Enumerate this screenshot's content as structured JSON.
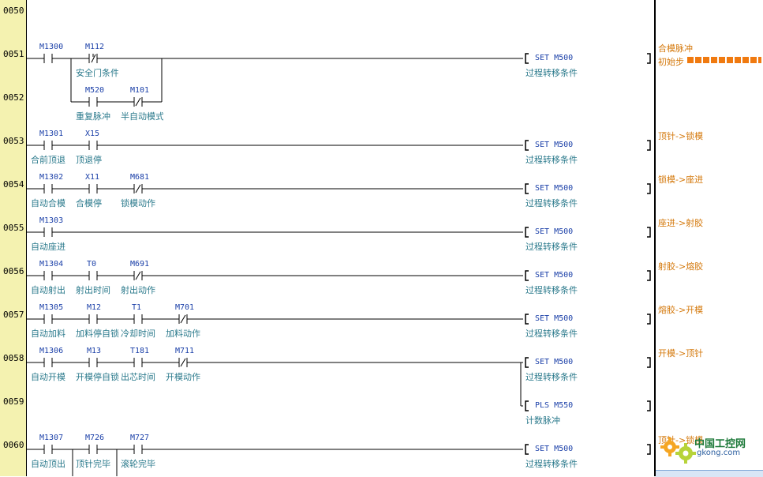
{
  "steps": [
    "0050",
    "0051",
    "0052",
    "0053",
    "0054",
    "0055",
    "0056",
    "0057",
    "0058",
    "0059",
    "0060"
  ],
  "rungs": [
    {
      "contacts": [
        {
          "addr": "M1300",
          "comment": ""
        },
        {
          "addr": "M112",
          "comment": "安全门条件"
        }
      ],
      "branch": [
        {
          "addr": "M520",
          "comment": "重复脉冲"
        },
        {
          "addr": "M101",
          "comment": "半自动模式"
        }
      ],
      "coil": "SET  M500",
      "coil_comment": "过程转移条件",
      "right": "合模脉冲",
      "right2": "初始步"
    },
    {
      "contacts": [
        {
          "addr": "M1301",
          "comment": "合前顶退"
        },
        {
          "addr": "X15",
          "comment": "顶退停"
        }
      ],
      "coil": "SET  M500",
      "coil_comment": "过程转移条件",
      "right": "顶针->锁模"
    },
    {
      "contacts": [
        {
          "addr": "M1302",
          "comment": "自动合模"
        },
        {
          "addr": "X11",
          "comment": "合模停"
        },
        {
          "addr": "M681",
          "comment": "锁模动作"
        }
      ],
      "coil": "SET  M500",
      "coil_comment": "过程转移条件",
      "right": "锁模->座进"
    },
    {
      "contacts": [
        {
          "addr": "M1303",
          "comment": "自动座进"
        }
      ],
      "coil": "SET  M500",
      "coil_comment": "过程转移条件",
      "right": "座进->射胶"
    },
    {
      "contacts": [
        {
          "addr": "M1304",
          "comment": "自动射出"
        },
        {
          "addr": "T0",
          "comment": "射出时间"
        },
        {
          "addr": "M691",
          "comment": "射出动作"
        }
      ],
      "coil": "SET  M500",
      "coil_comment": "过程转移条件",
      "right": "射胶->熔胶"
    },
    {
      "contacts": [
        {
          "addr": "M1305",
          "comment": "自动加料"
        },
        {
          "addr": "M12",
          "comment": "加料停自锁"
        },
        {
          "addr": "T1",
          "comment": "冷却时间"
        },
        {
          "addr": "M701",
          "comment": "加料动作"
        }
      ],
      "coil": "SET  M500",
      "coil_comment": "过程转移条件",
      "right": "熔胶->开模"
    },
    {
      "contacts": [
        {
          "addr": "M1306",
          "comment": "自动开模"
        },
        {
          "addr": "M13",
          "comment": "开模停自锁"
        },
        {
          "addr": "T181",
          "comment": "出芯时间"
        },
        {
          "addr": "M711",
          "comment": "开模动作"
        }
      ],
      "coil": "SET  M500",
      "coil_comment": "过程转移条件",
      "right": "开模->顶针",
      "coil2": "PLS  M550",
      "coil2_comment": "计数脉冲"
    },
    {
      "contacts": [
        {
          "addr": "M1307",
          "comment": "自动顶出"
        },
        {
          "addr": "M726",
          "comment": "顶针完毕"
        },
        {
          "addr": "M727",
          "comment": "滚轮完毕"
        }
      ],
      "coil": "SET  M500",
      "coil_comment": "过程转移条件",
      "right": "顶针->锁模"
    }
  ],
  "watermark": {
    "title": "中国工控网",
    "url": "gkong.com"
  },
  "colors": {
    "gutter": "#f4f2b0",
    "label": "#1a3fa8",
    "comment": "#2b7a8c",
    "right_comment": "#d4780b",
    "progress": "#f07a10"
  }
}
